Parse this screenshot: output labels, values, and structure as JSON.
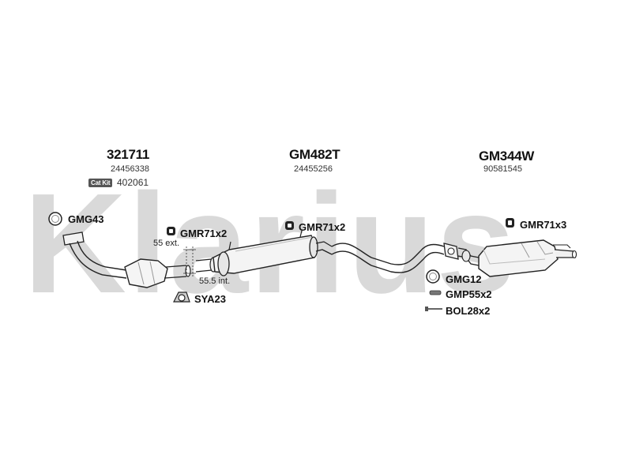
{
  "watermark": {
    "text": "Klarius",
    "color": "#d9d9d9"
  },
  "groups": [
    {
      "code": "321711",
      "oe": "24456338"
    },
    {
      "code": "GM482T",
      "oe": "24455256"
    },
    {
      "code": "GM344W",
      "oe": "90581545"
    }
  ],
  "catkit": {
    "badge": "Cat Kit",
    "number": "402061"
  },
  "fittings": {
    "gmg43": "GMG43",
    "gmr71x2_front": "GMR71x2",
    "gmr71x2_mid": "GMR71x2",
    "gmr71x3": "GMR71x3",
    "sya23": "SYA23",
    "gmg12": "GMG12",
    "gmp55x2": "GMP55x2",
    "bol28x2": "BOL28x2"
  },
  "dims": {
    "ext": "55 ext.",
    "int": "55.5 int."
  },
  "colors": {
    "line": "#222222",
    "fill": "#f2f2f2",
    "shade": "#bbbbbb"
  }
}
